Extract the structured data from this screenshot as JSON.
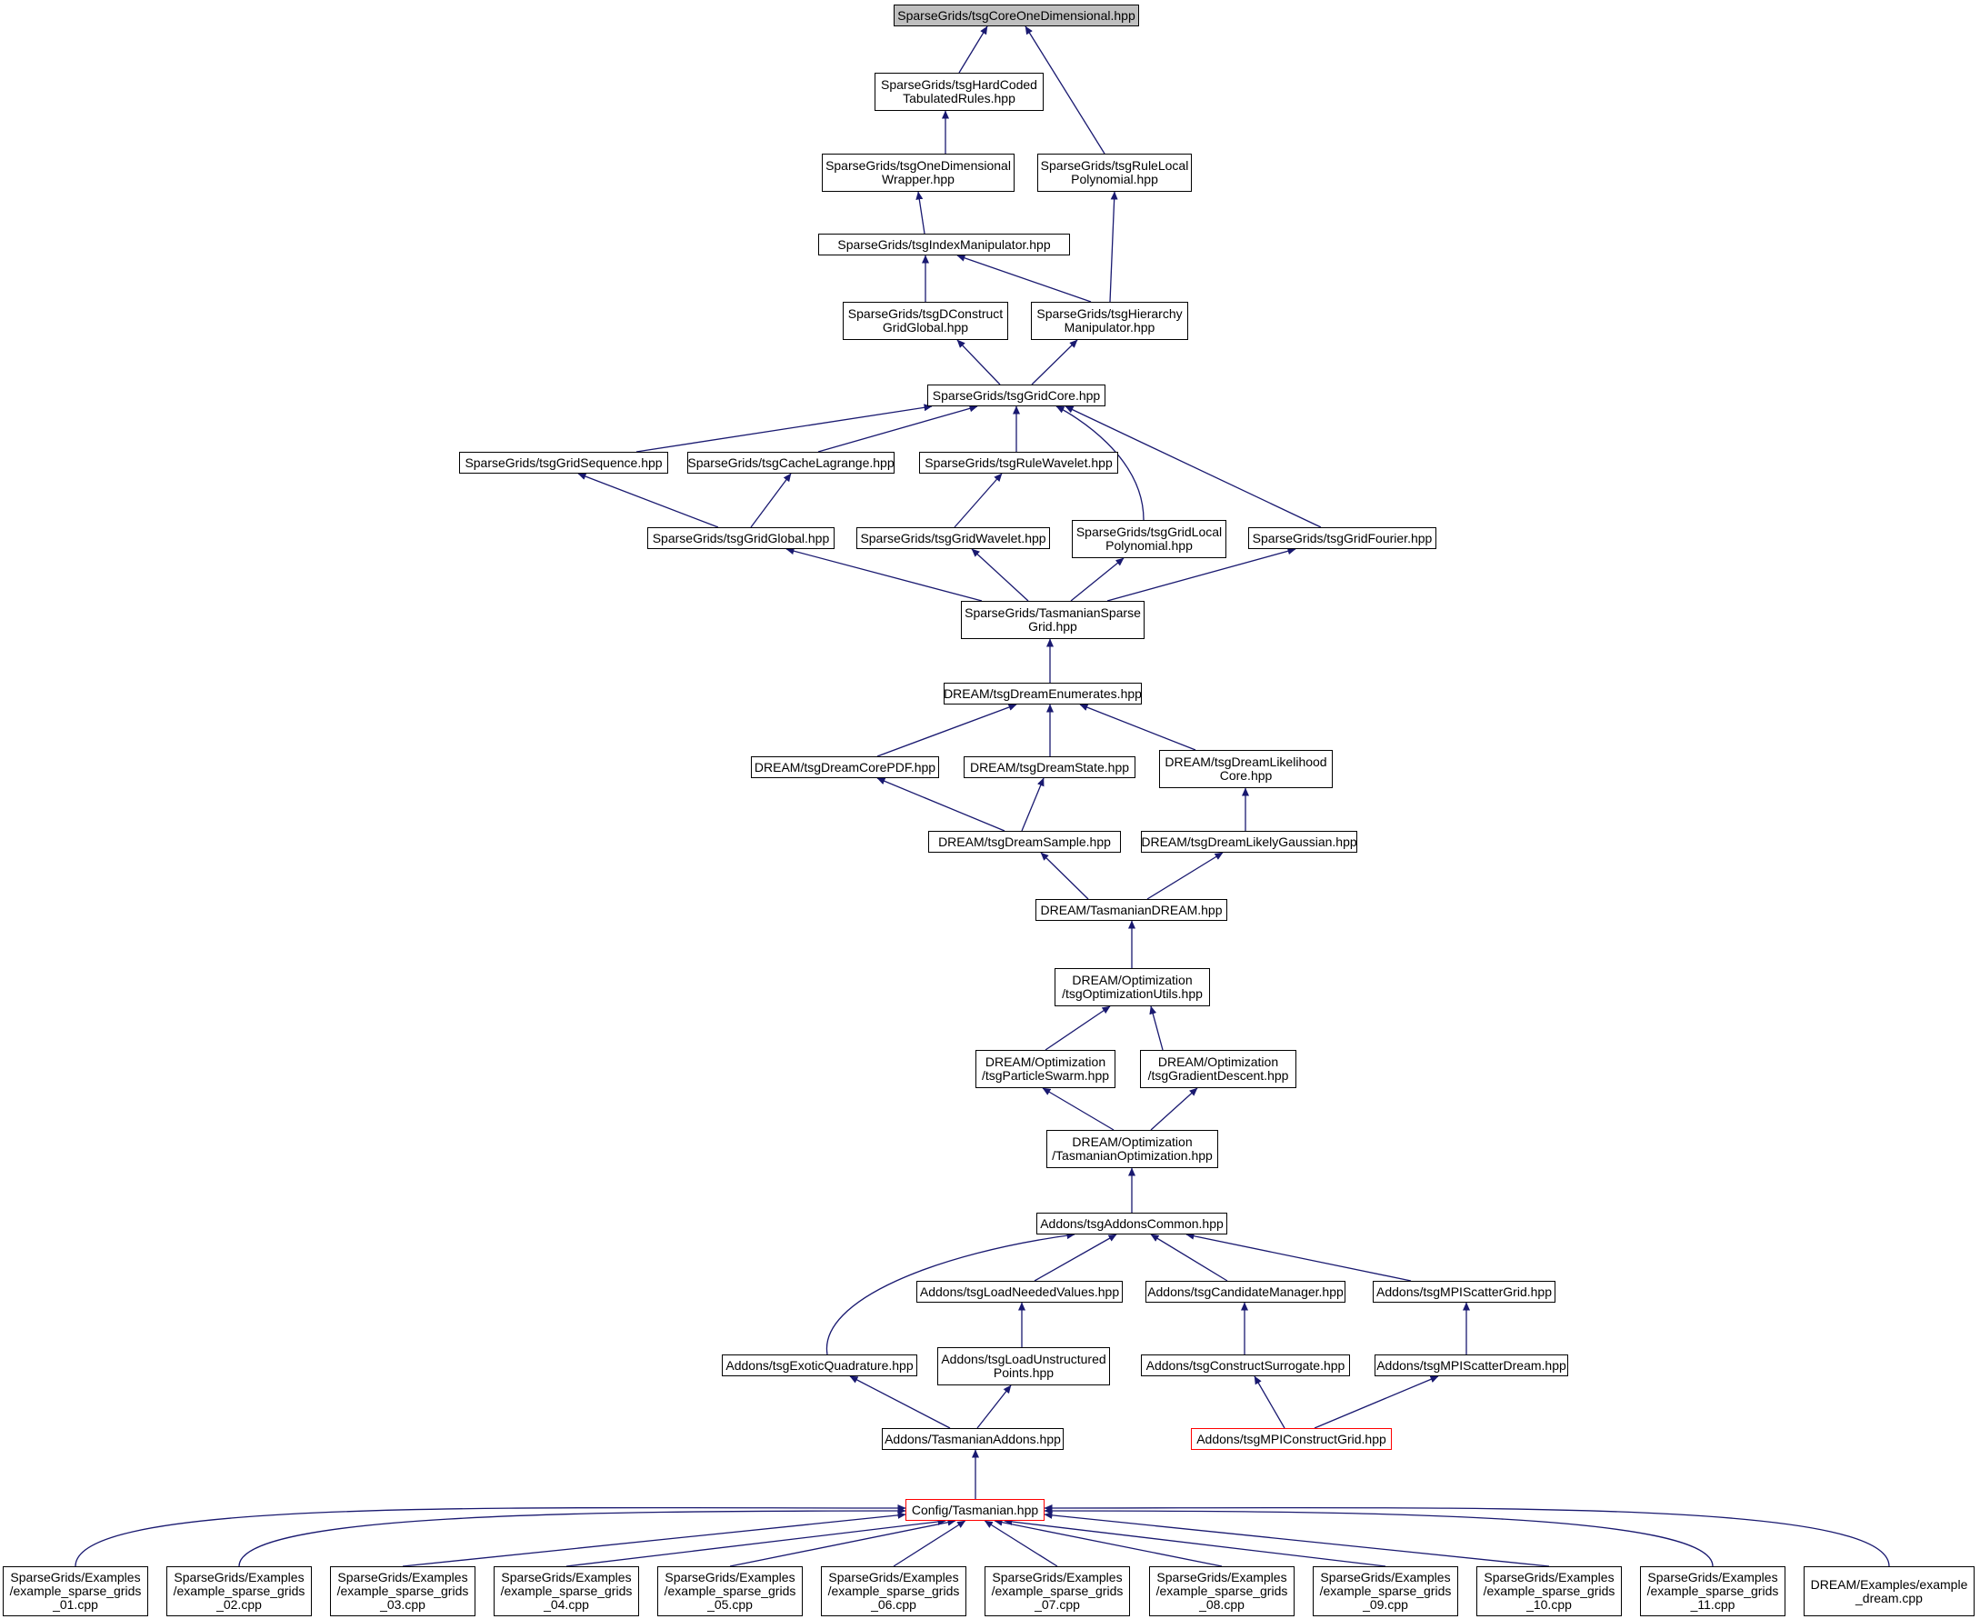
{
  "nodes": [
    {
      "id": "n0",
      "label": "SparseGrids/tsgCoreOneDimensional.hpp",
      "style": "root"
    },
    {
      "id": "n1",
      "label": "SparseGrids/tsgHardCoded\nTabulatedRules.hpp"
    },
    {
      "id": "n2",
      "label": "SparseGrids/tsgOneDimensional\nWrapper.hpp"
    },
    {
      "id": "n3",
      "label": "SparseGrids/tsgRuleLocal\nPolynomial.hpp"
    },
    {
      "id": "n4",
      "label": "SparseGrids/tsgIndexManipulator.hpp"
    },
    {
      "id": "n5",
      "label": "SparseGrids/tsgDConstruct\nGridGlobal.hpp"
    },
    {
      "id": "n6",
      "label": "SparseGrids/tsgHierarchy\nManipulator.hpp"
    },
    {
      "id": "n7",
      "label": "SparseGrids/tsgGridCore.hpp"
    },
    {
      "id": "n8",
      "label": "SparseGrids/tsgGridSequence.hpp"
    },
    {
      "id": "n9",
      "label": "SparseGrids/tsgCacheLagrange.hpp"
    },
    {
      "id": "n10",
      "label": "SparseGrids/tsgRuleWavelet.hpp"
    },
    {
      "id": "n11",
      "label": "SparseGrids/tsgGridGlobal.hpp"
    },
    {
      "id": "n12",
      "label": "SparseGrids/tsgGridWavelet.hpp"
    },
    {
      "id": "n13",
      "label": "SparseGrids/tsgGridLocal\nPolynomial.hpp"
    },
    {
      "id": "n14",
      "label": "SparseGrids/tsgGridFourier.hpp"
    },
    {
      "id": "n15",
      "label": "SparseGrids/TasmanianSparse\nGrid.hpp"
    },
    {
      "id": "n16",
      "label": "DREAM/tsgDreamEnumerates.hpp"
    },
    {
      "id": "n17",
      "label": "DREAM/tsgDreamCorePDF.hpp"
    },
    {
      "id": "n18",
      "label": "DREAM/tsgDreamState.hpp"
    },
    {
      "id": "n19",
      "label": "DREAM/tsgDreamLikelihood\nCore.hpp"
    },
    {
      "id": "n20",
      "label": "DREAM/tsgDreamSample.hpp"
    },
    {
      "id": "n21",
      "label": "DREAM/tsgDreamLikelyGaussian.hpp"
    },
    {
      "id": "n22",
      "label": "DREAM/TasmanianDREAM.hpp"
    },
    {
      "id": "n23",
      "label": "DREAM/Optimization\n/tsgOptimizationUtils.hpp"
    },
    {
      "id": "n24",
      "label": "DREAM/Optimization\n/tsgParticleSwarm.hpp"
    },
    {
      "id": "n25",
      "label": "DREAM/Optimization\n/tsgGradientDescent.hpp"
    },
    {
      "id": "n26",
      "label": "DREAM/Optimization\n/TasmanianOptimization.hpp"
    },
    {
      "id": "n27",
      "label": "Addons/tsgAddonsCommon.hpp"
    },
    {
      "id": "n28",
      "label": "Addons/tsgLoadNeededValues.hpp"
    },
    {
      "id": "n29",
      "label": "Addons/tsgCandidateManager.hpp"
    },
    {
      "id": "n30",
      "label": "Addons/tsgMPIScatterGrid.hpp"
    },
    {
      "id": "n31",
      "label": "Addons/tsgExoticQuadrature.hpp"
    },
    {
      "id": "n32",
      "label": "Addons/tsgLoadUnstructured\nPoints.hpp"
    },
    {
      "id": "n33",
      "label": "Addons/tsgConstructSurrogate.hpp"
    },
    {
      "id": "n34",
      "label": "Addons/tsgMPIScatterDream.hpp"
    },
    {
      "id": "n35",
      "label": "Addons/TasmanianAddons.hpp"
    },
    {
      "id": "n36",
      "label": "Addons/tsgMPIConstructGrid.hpp",
      "style": "red"
    },
    {
      "id": "n37",
      "label": "Config/Tasmanian.hpp",
      "style": "red"
    },
    {
      "id": "n38",
      "label": "SparseGrids/Examples\n/example_sparse_grids\n_01.cpp"
    },
    {
      "id": "n39",
      "label": "SparseGrids/Examples\n/example_sparse_grids\n_02.cpp"
    },
    {
      "id": "n40",
      "label": "SparseGrids/Examples\n/example_sparse_grids\n_03.cpp"
    },
    {
      "id": "n41",
      "label": "SparseGrids/Examples\n/example_sparse_grids\n_04.cpp"
    },
    {
      "id": "n42",
      "label": "SparseGrids/Examples\n/example_sparse_grids\n_05.cpp"
    },
    {
      "id": "n43",
      "label": "SparseGrids/Examples\n/example_sparse_grids\n_06.cpp"
    },
    {
      "id": "n44",
      "label": "SparseGrids/Examples\n/example_sparse_grids\n_07.cpp"
    },
    {
      "id": "n45",
      "label": "SparseGrids/Examples\n/example_sparse_grids\n_08.cpp"
    },
    {
      "id": "n46",
      "label": "SparseGrids/Examples\n/example_sparse_grids\n_09.cpp"
    },
    {
      "id": "n47",
      "label": "SparseGrids/Examples\n/example_sparse_grids\n_10.cpp"
    },
    {
      "id": "n48",
      "label": "SparseGrids/Examples\n/example_sparse_grids\n_11.cpp"
    },
    {
      "id": "n49",
      "label": "DREAM/Examples/example\n_dream.cpp"
    }
  ],
  "edges": [
    [
      "n1",
      "n0"
    ],
    [
      "n3",
      "n0"
    ],
    [
      "n2",
      "n1"
    ],
    [
      "n4",
      "n2"
    ],
    [
      "n6",
      "n3"
    ],
    [
      "n5",
      "n4"
    ],
    [
      "n6",
      "n4"
    ],
    [
      "n7",
      "n5"
    ],
    [
      "n7",
      "n6"
    ],
    [
      "n8",
      "n7"
    ],
    [
      "n9",
      "n7"
    ],
    [
      "n10",
      "n7"
    ],
    [
      "n13",
      "n7"
    ],
    [
      "n14",
      "n7"
    ],
    [
      "n11",
      "n8"
    ],
    [
      "n11",
      "n9"
    ],
    [
      "n12",
      "n10"
    ],
    [
      "n15",
      "n11"
    ],
    [
      "n15",
      "n12"
    ],
    [
      "n15",
      "n13"
    ],
    [
      "n15",
      "n14"
    ],
    [
      "n16",
      "n15"
    ],
    [
      "n17",
      "n16"
    ],
    [
      "n18",
      "n16"
    ],
    [
      "n19",
      "n16"
    ],
    [
      "n20",
      "n17"
    ],
    [
      "n20",
      "n18"
    ],
    [
      "n21",
      "n19"
    ],
    [
      "n22",
      "n20"
    ],
    [
      "n22",
      "n21"
    ],
    [
      "n23",
      "n22"
    ],
    [
      "n24",
      "n23"
    ],
    [
      "n25",
      "n23"
    ],
    [
      "n26",
      "n24"
    ],
    [
      "n26",
      "n25"
    ],
    [
      "n27",
      "n26"
    ],
    [
      "n31",
      "n27"
    ],
    [
      "n28",
      "n27"
    ],
    [
      "n29",
      "n27"
    ],
    [
      "n30",
      "n27"
    ],
    [
      "n32",
      "n28"
    ],
    [
      "n33",
      "n29"
    ],
    [
      "n34",
      "n30"
    ],
    [
      "n35",
      "n31"
    ],
    [
      "n35",
      "n32"
    ],
    [
      "n36",
      "n33"
    ],
    [
      "n36",
      "n34"
    ],
    [
      "n37",
      "n35"
    ],
    [
      "n38",
      "n37"
    ],
    [
      "n39",
      "n37"
    ],
    [
      "n40",
      "n37"
    ],
    [
      "n41",
      "n37"
    ],
    [
      "n42",
      "n37"
    ],
    [
      "n43",
      "n37"
    ],
    [
      "n44",
      "n37"
    ],
    [
      "n45",
      "n37"
    ],
    [
      "n46",
      "n37"
    ],
    [
      "n47",
      "n37"
    ],
    [
      "n48",
      "n37"
    ],
    [
      "n49",
      "n37"
    ]
  ],
  "colors": {
    "edge": "#191970",
    "node_border": "#000000",
    "root_fill": "#bfbfbf",
    "highlight_border": "#ff0000"
  }
}
